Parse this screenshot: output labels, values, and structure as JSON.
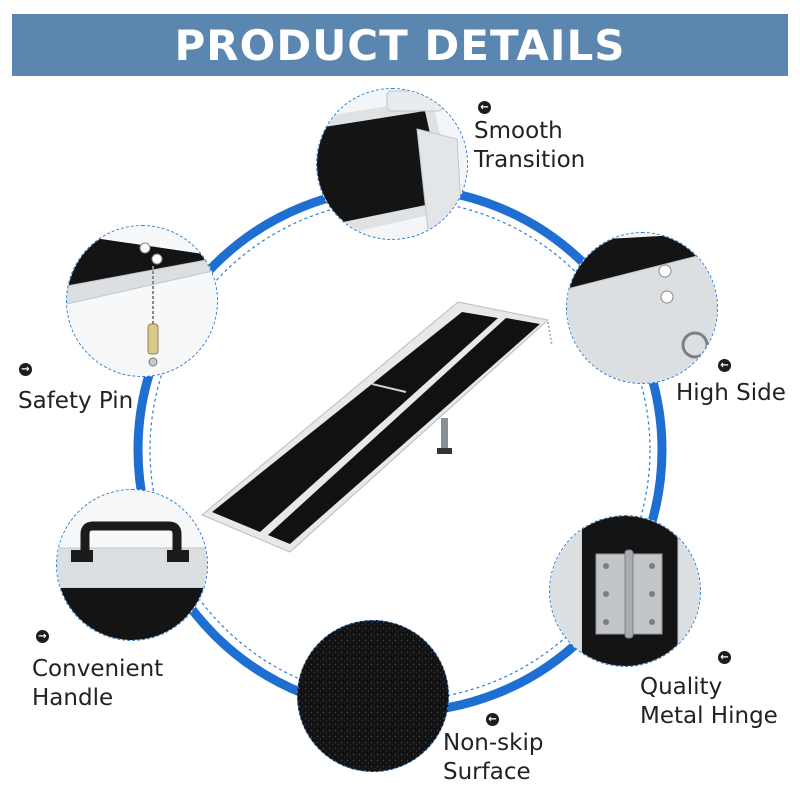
{
  "banner": {
    "title": "PRODUCT DETAILS"
  },
  "features": {
    "smooth_transition": {
      "line1": "Smooth",
      "line2": "Transition",
      "arrow": "←"
    },
    "safety_pin": {
      "line1": "Safety Pin",
      "arrow": "→"
    },
    "high_side": {
      "line1": "High Side",
      "arrow": "←"
    },
    "convenient_handle": {
      "line1": "Convenient",
      "line2": "Handle",
      "arrow": "→"
    },
    "non_skip_surface": {
      "line1": "Non-skip",
      "line2": "Surface",
      "arrow": "←"
    },
    "quality_metal_hinge": {
      "line1": "Quality",
      "line2": "Metal Hinge",
      "arrow": "←"
    }
  },
  "colors": {
    "banner": "#5b86b0",
    "ring": "#1f6fd2",
    "dashed": "#2f7fd0",
    "surface": "#111111",
    "aluminum": "#d6d9dc"
  },
  "icons": {
    "arrow_left": "arrow-left-circle-icon",
    "arrow_right": "arrow-right-circle-icon"
  }
}
